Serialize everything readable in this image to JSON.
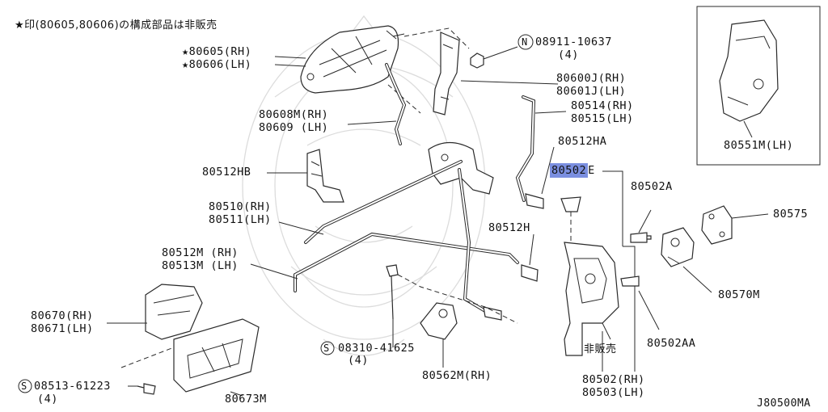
{
  "header_note": "★印(80605,80606)の構成部品は非販売",
  "diagram_code": "J80500MA",
  "labels": {
    "l80605": "★80605(RH)",
    "l80606": "★80606(LH)",
    "l08911": "08911-10637",
    "l08911q": "(4)",
    "l80600j": "80600J(RH)",
    "l80601j": "80601J(LH)",
    "l80608m": "80608M(RH)",
    "l80609": "80609 (LH)",
    "l80514": "80514(RH)",
    "l80515": "80515(LH)",
    "l80512ha": "80512HA",
    "l80512hb": "80512HB",
    "l80502": "80502",
    "l80502e": "E",
    "l80502a": "80502A",
    "l80575": "80575",
    "l80510": "80510(RH)",
    "l80511": "80511(LH)",
    "l80512h": "80512H",
    "l80512m": "80512M (RH)",
    "l80513m": "80513M (LH)",
    "l80570m": "80570M",
    "l80670": "80670(RH)",
    "l80671": "80671(LH)",
    "l08310": "08310-41625",
    "l08310q": "(4)",
    "l80502aa": "80502AA",
    "l_nonsale": "非販売",
    "l08513": "08513-61223",
    "l08513q": "(4)",
    "l80562m": "80562M(RH)",
    "l80673m": "80673M",
    "l80502rh": "80502(RH)",
    "l80503lh": "80503(LH)",
    "l80551m": "80551M(LH)"
  },
  "symbols": {
    "n_symbol": "N",
    "s_symbol_1": "S",
    "s_symbol_2": "S"
  },
  "colors": {
    "line": "#2a2a2a",
    "highlight": "#7b8fe0",
    "watermark": "#d8d8d8"
  }
}
